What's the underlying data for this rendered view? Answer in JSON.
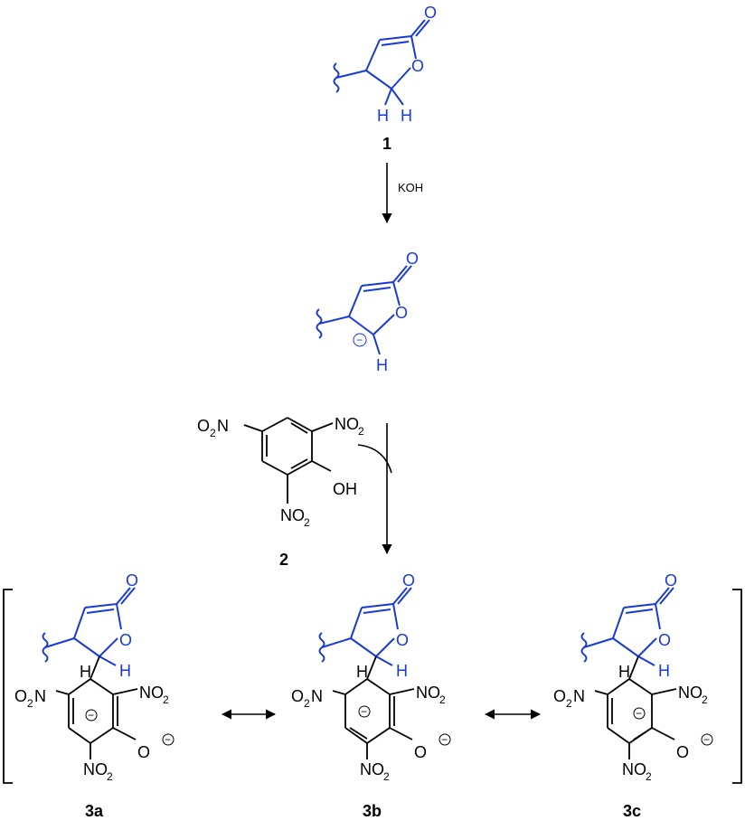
{
  "colors": {
    "highlight": "#1a3ad6",
    "ink": "#000000"
  },
  "labels": {
    "cpd_1": "1",
    "cpd_2": "2",
    "cpd_3a": "3a",
    "cpd_3b": "3b",
    "cpd_3c": "3c",
    "reagent": "KOH"
  },
  "atoms": {
    "O": "O",
    "H": "H",
    "N": "N",
    "NO": "NO",
    "OH": "OH",
    "two": "2",
    "minus": "−"
  }
}
